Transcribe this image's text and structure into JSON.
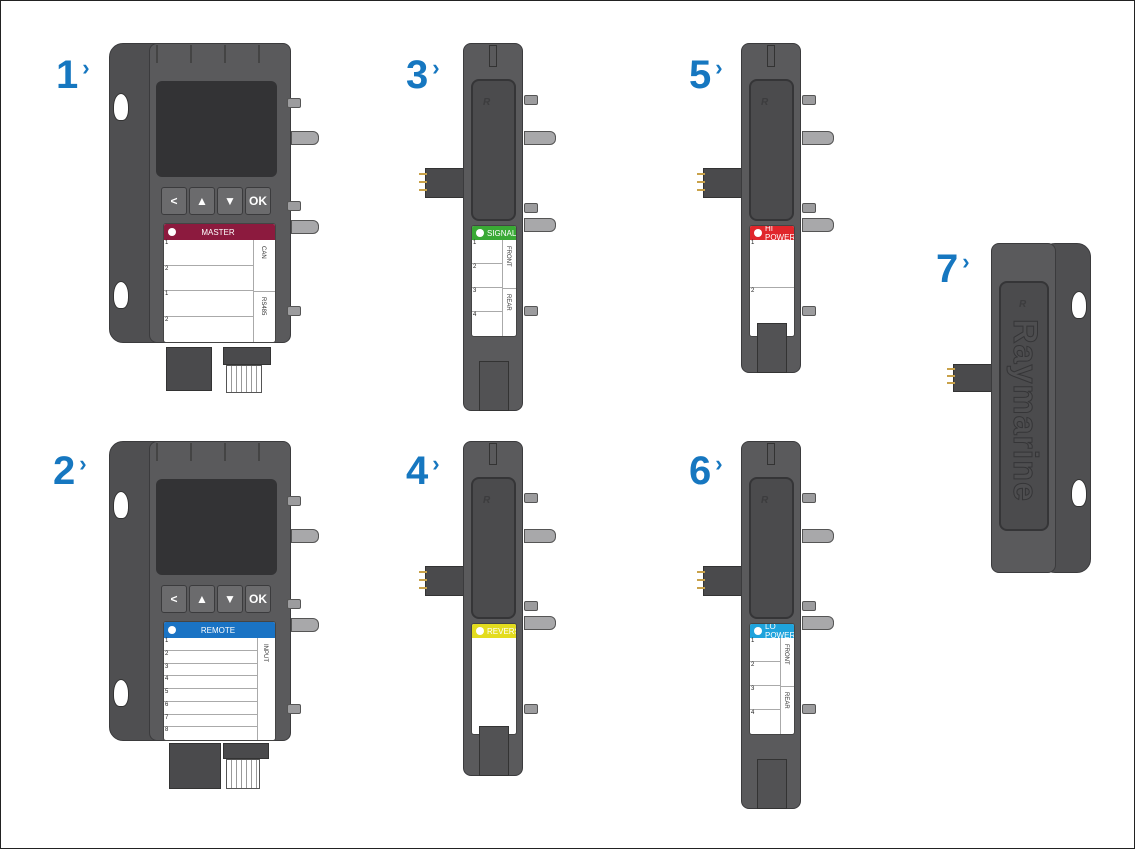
{
  "figure_numbers": [
    "1",
    "2",
    "3",
    "4",
    "5",
    "6",
    "7"
  ],
  "chevron": "›",
  "keypad": {
    "left": "<",
    "up": "▲",
    "down": "▼",
    "ok": "OK"
  },
  "logo_mark": "R",
  "brand_name": "Raymarine",
  "devices": [
    {
      "id": "1",
      "type": "wide",
      "label": "MASTER",
      "color": "#8c1a3e",
      "rows": [
        "1",
        "2",
        "1",
        "2"
      ],
      "groups": [
        "CAN",
        "RS485"
      ]
    },
    {
      "id": "2",
      "type": "wide",
      "label": "REMOTE",
      "color": "#1a73c4",
      "rows": [
        "1",
        "2",
        "3",
        "4",
        "5",
        "6",
        "7",
        "8"
      ],
      "groups": [
        "INPUT"
      ]
    },
    {
      "id": "3",
      "type": "narrow",
      "label": "SIGNAL",
      "color": "#3aa935",
      "rows": [
        "1",
        "2",
        "3",
        "4"
      ],
      "groups": [
        "FRONT",
        "REAR"
      ]
    },
    {
      "id": "4",
      "type": "narrow",
      "label": "REVERSE",
      "color": "#e3dc1e",
      "rows": [],
      "groups": []
    },
    {
      "id": "5",
      "type": "narrow",
      "label": "HI POWER",
      "color": "#e0262b",
      "rows": [
        "1",
        "2"
      ],
      "groups": []
    },
    {
      "id": "6",
      "type": "narrow",
      "label": "LO POWER",
      "color": "#1fa3dc",
      "rows": [
        "1",
        "2",
        "3",
        "4"
      ],
      "groups": [
        "FRONT",
        "REAR"
      ]
    },
    {
      "id": "7",
      "type": "side",
      "label": "",
      "color": "",
      "rows": [],
      "groups": []
    }
  ]
}
